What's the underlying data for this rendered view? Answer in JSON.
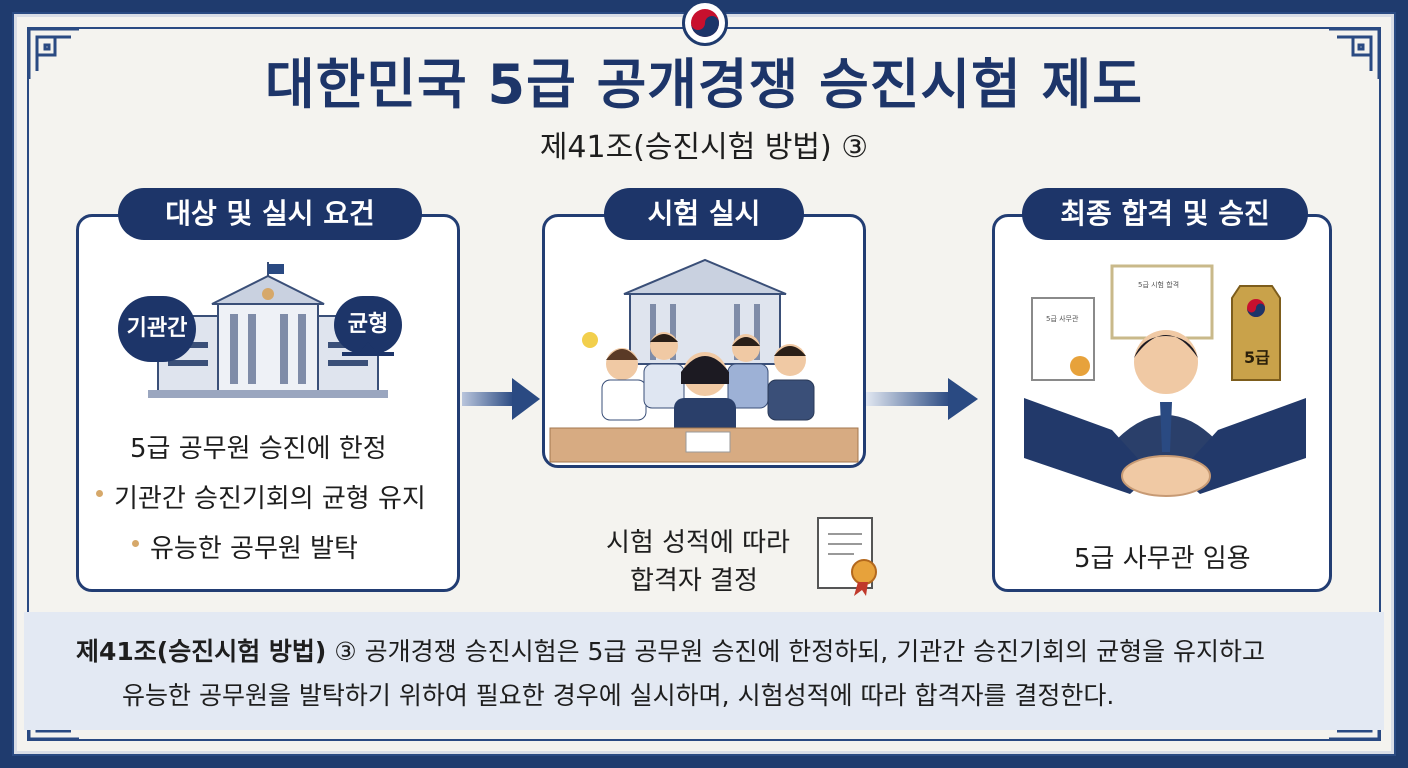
{
  "title": "대한민국 5급 공개경쟁 승진시험 제도",
  "subtitle": "제41조(승진시험 방법) ③",
  "panels": [
    {
      "heading": "대상 및 실시 요건",
      "badges": [
        "기관간",
        "균형"
      ],
      "main_text": "5급 공무원 승진에 한정",
      "bullets": [
        "기관간 승진기회의 균형 유지",
        "유능한 공무원 발탁"
      ]
    },
    {
      "heading": "시험 실시",
      "caption_line1": "시험 성적에 따라",
      "caption_line2": "합격자 결정"
    },
    {
      "heading": "최종 합격 및 승진",
      "certificate_small": "5급 사무관",
      "certificate_large": "5급 시험 합격",
      "insignia": "5급",
      "caption": "5급 사무관 임용"
    }
  ],
  "footer": {
    "article": "제41조(승진시험 방법)",
    "line1_rest": " ③ 공개경쟁 승진시험은 5급 공무원 승진에 한정하되, 기관간 승진기회의 균형을 유지하고",
    "line2": "유능한 공무원을 발탁하기 위하여 필요한 경우에 실시하며, 시험성적에 따라 합격자를 결정한다."
  },
  "colors": {
    "navy": "#1d3569",
    "background": "#f4f3ef",
    "footer_bg": "#e3e9f3",
    "accent_gold": "#d6a86a"
  }
}
